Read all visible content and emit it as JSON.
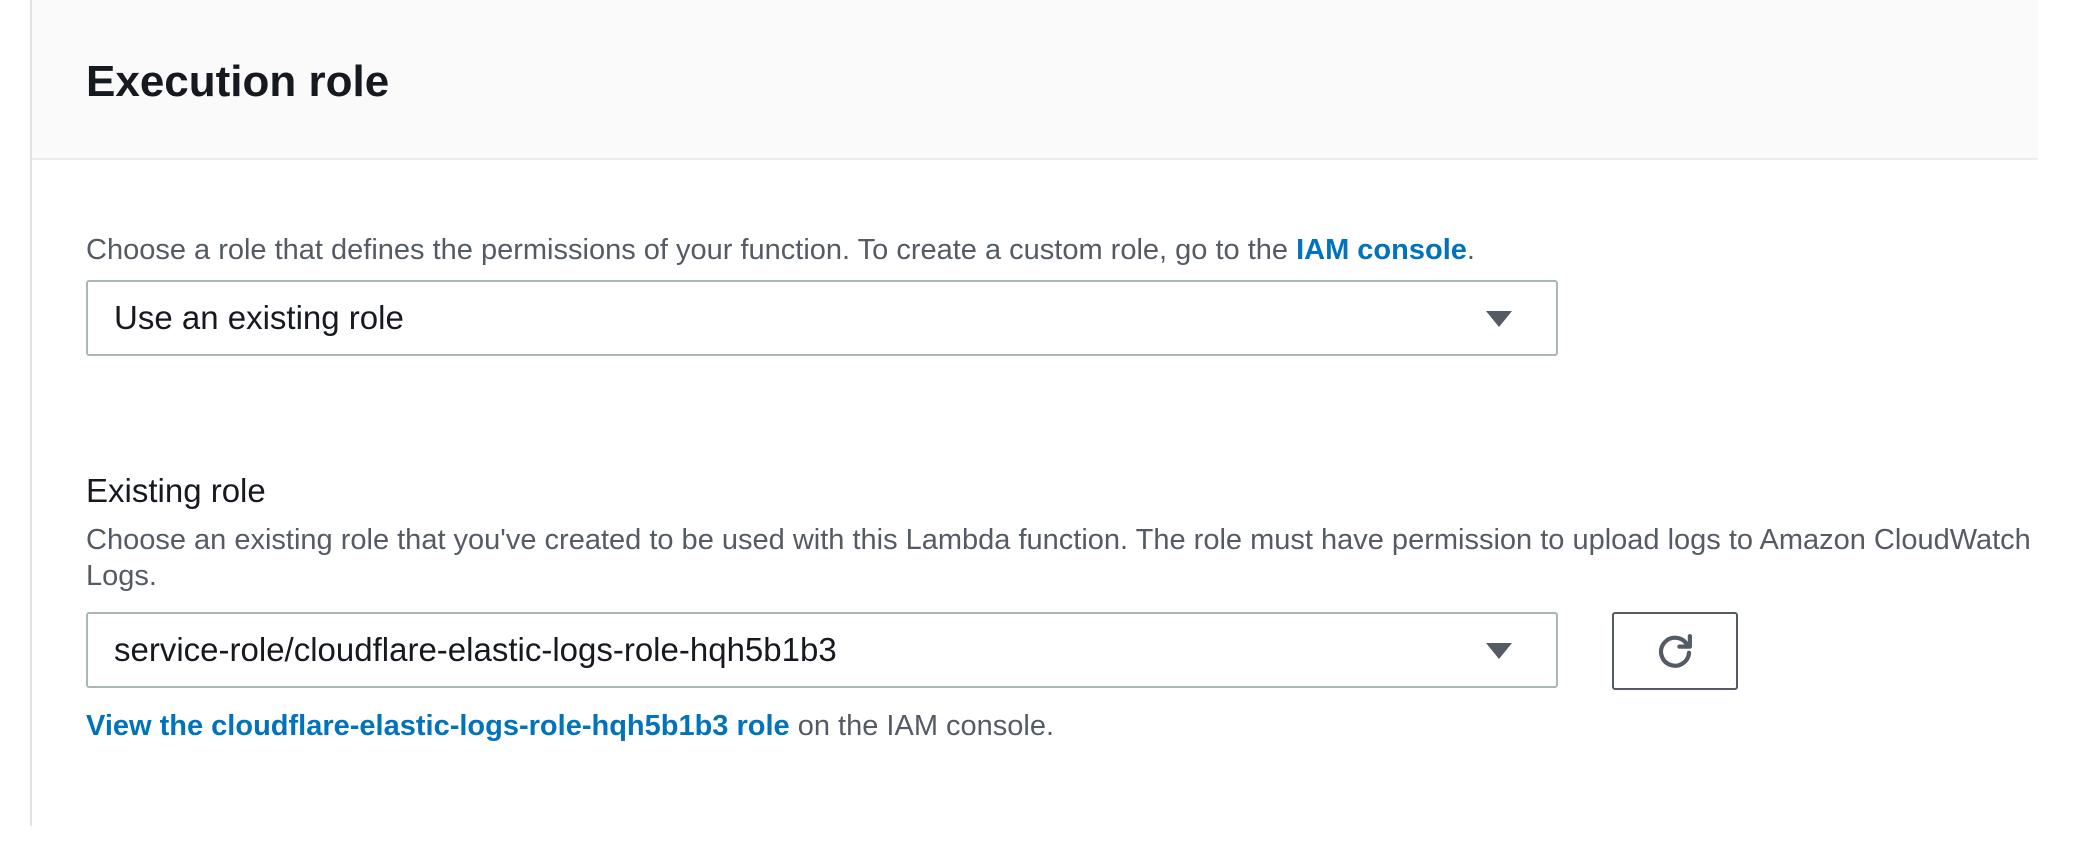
{
  "panel": {
    "title": "Execution role"
  },
  "role_choice": {
    "description_prefix": "Choose a role that defines the permissions of your function. To create a custom role, go to the ",
    "description_link": "IAM console",
    "description_suffix": ".",
    "selected": "Use an existing role"
  },
  "existing_role": {
    "label": "Existing role",
    "description": "Choose an existing role that you've created to be used with this Lambda function. The role must have permission to upload logs to Amazon CloudWatch Logs.",
    "selected": "service-role/cloudflare-elastic-logs-role-hqh5b1b3",
    "view_link": "View the cloudflare-elastic-logs-role-hqh5b1b3 role",
    "view_suffix": " on the IAM console."
  },
  "icons": {
    "dropdown": "caret-down-icon",
    "refresh": "refresh-icon"
  },
  "colors": {
    "link": "#0073bb",
    "text": "#16191f",
    "muted": "#545b64",
    "border": "#aab7b8",
    "header_bg": "#fafafa"
  }
}
